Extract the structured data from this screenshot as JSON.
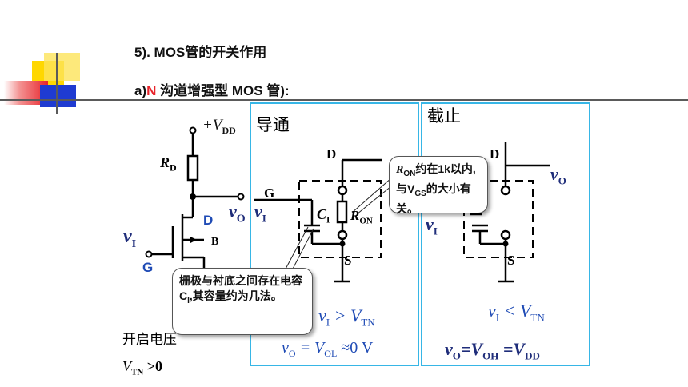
{
  "slide": {
    "heading": "5). MOS管的开关作用",
    "subheading_prefix": "a)",
    "subheading_n": "N",
    "subheading_rest": " 沟道增强型 MOS 管):"
  },
  "circuit": {
    "vdd_label": "+V",
    "vdd_sub": "DD",
    "rd_label": "R",
    "rd_sub": "D",
    "drain_label": "D",
    "bulk_label": "B",
    "gate_label": "G",
    "vi_label": "v",
    "vi_sub": "I",
    "vo_label": "v",
    "vo_sub": "O"
  },
  "on_panel": {
    "title": "导通",
    "drain": "D",
    "gate": "G",
    "source": "S",
    "vi": "v",
    "vi_sub": "I",
    "ci": "C",
    "ci_sub": "I",
    "ron": "R",
    "ron_sub": "ON",
    "condition": "v",
    "condition_sub1": "I",
    "condition_mid": " > V",
    "condition_sub2": "TN",
    "output": "v",
    "output_sub": "O",
    "output_mid": " = V",
    "output_sub2": "OL",
    "output_end": " ≈0 V"
  },
  "off_panel": {
    "title": "截止",
    "drain": "D",
    "source": "S",
    "vi": "v",
    "vi_sub": "I",
    "vo": "v",
    "vo_sub": "O",
    "condition": "v",
    "condition_sub1": "I",
    "condition_mid": " < V",
    "condition_sub2": "TN",
    "output": "v",
    "output_sub": "O",
    "output_mid": "=V",
    "output_sub2": "OH",
    "output_mid2": " =V",
    "output_sub3": "DD"
  },
  "callouts": {
    "ron_note_1": "R",
    "ron_note_sub": "ON",
    "ron_note_2": "约在1k以内,与V",
    "ron_note_sub2": "GS",
    "ron_note_3": "的大小有关。",
    "cap_note_1": "栅极与衬底之间存在电容C",
    "cap_note_sub": "I",
    "cap_note_2": ",其容量约为几法。"
  },
  "threshold": {
    "label": "开启电压",
    "formula": "V",
    "formula_sub": "TN",
    "formula_end": " >0"
  },
  "colors": {
    "accent_yellow": "#ffd700",
    "accent_red": "#e8242b",
    "accent_blue": "#1f3bd1",
    "panel_border": "#37b6e6",
    "label_blue": "#1f4bb5"
  }
}
